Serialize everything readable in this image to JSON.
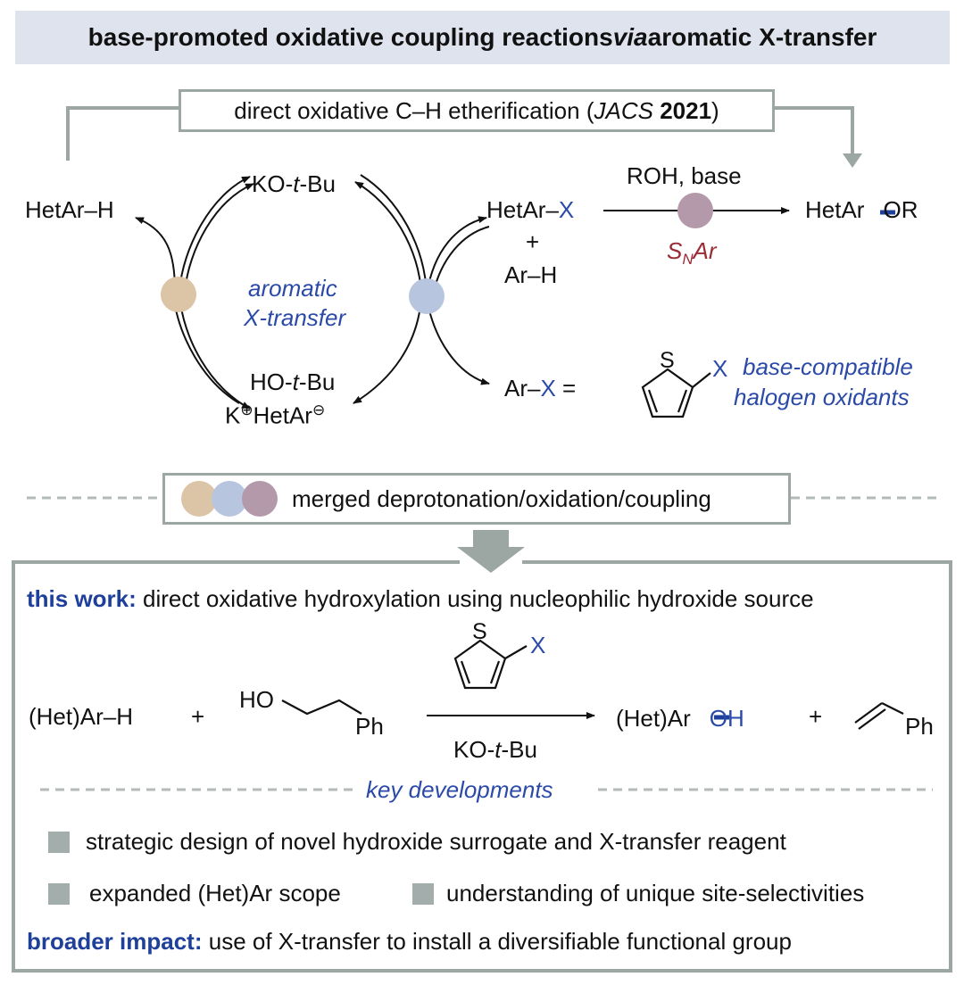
{
  "title": {
    "pre": "base-promoted oxidative coupling reactions ",
    "via": "via",
    "post": " aromatic X-transfer"
  },
  "top_box": {
    "pre": "direct oxidative C–H etherification (",
    "journal": "JACS",
    "year": "2021",
    "post": ")"
  },
  "cycle": {
    "hetar_h": "HetAr–H",
    "kotbu": {
      "pre": "KO-",
      "t": "t",
      "post": "-Bu"
    },
    "hotbu": {
      "pre": "HO-",
      "t": "t",
      "post": "-Bu"
    },
    "k": "K",
    "plus_charge": "⊕",
    "hetar": "HetAr",
    "minus_charge": "⊖",
    "center": {
      "line1": "aromatic",
      "line2": "X-transfer"
    }
  },
  "right": {
    "hetar_x": {
      "pre": "HetAr–",
      "x": "X"
    },
    "plus": "+",
    "ar_h": "Ar–H",
    "reagent": "ROH, base",
    "snar": {
      "s": "S",
      "n": "N",
      "ar": "Ar"
    },
    "product": {
      "pre": "HetAr",
      "post": "OR"
    },
    "arx": {
      "pre": "Ar–",
      "x": "X",
      "eq": "="
    },
    "thiophene_s": "S",
    "thiophene_x": "X",
    "oxidant": {
      "line1": "base-compatible",
      "line2": "halogen oxidants"
    }
  },
  "merged_box": "merged deprotonation/oxidation/coupling",
  "this_work": {
    "label": "this work:",
    "text": "direct oxidative hydroxylation using nucleophilic hydroxide source"
  },
  "reaction": {
    "reactant": "(Het)Ar–H",
    "plus1": "+",
    "ho": "HO",
    "ph1": "Ph",
    "s": "S",
    "x": "X",
    "base": {
      "pre": "KO-",
      "t": "t",
      "post": "-Bu"
    },
    "product": {
      "pre": "(Het)Ar",
      "post": "OH"
    },
    "plus2": "+",
    "ph2": "Ph"
  },
  "key_developments": "key developments",
  "bullets": [
    "strategic design of novel hydroxide surrogate and X-transfer reagent",
    "expanded (Het)Ar scope",
    "understanding of unique site-selectivities"
  ],
  "broader": {
    "label": "broader impact:",
    "text": "use of X-transfer to install a diversifiable functional group"
  },
  "colors": {
    "banner_bg": "#dfe3ee",
    "box_border": "#9ca6a3",
    "accent_blue": "#2b4aa8",
    "snar_red": "#9b2a35",
    "circle_tan": "#dcc4a6",
    "circle_blue": "#b8c5df",
    "circle_purple": "#b499ab",
    "bond_blue": "#1e3f9a"
  }
}
